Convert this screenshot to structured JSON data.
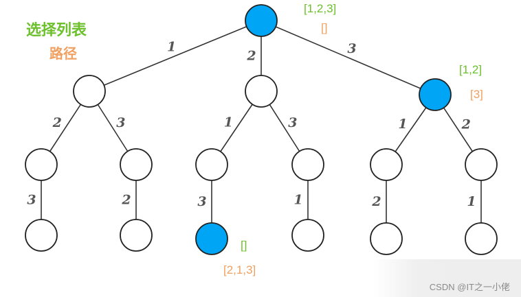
{
  "legend": {
    "choice_list": "选择列表",
    "path": "路径"
  },
  "colors": {
    "choice": "#6cc02c",
    "path": "#f0a060",
    "highlight": "#00a6f5",
    "stroke": "#222222",
    "edge": "#333333"
  },
  "tree": {
    "nodes": [
      {
        "id": "root",
        "highlight": true
      },
      {
        "id": "n1"
      },
      {
        "id": "n2"
      },
      {
        "id": "n3",
        "highlight": true
      },
      {
        "id": "n12"
      },
      {
        "id": "n13"
      },
      {
        "id": "n21"
      },
      {
        "id": "n23"
      },
      {
        "id": "n31"
      },
      {
        "id": "n32"
      },
      {
        "id": "n123"
      },
      {
        "id": "n132"
      },
      {
        "id": "n213",
        "highlight": true
      },
      {
        "id": "n231"
      },
      {
        "id": "n312"
      },
      {
        "id": "n321"
      }
    ],
    "edges": [
      {
        "from": "root",
        "to": "n1",
        "label": "1"
      },
      {
        "from": "root",
        "to": "n2",
        "label": "2"
      },
      {
        "from": "root",
        "to": "n3",
        "label": "3"
      },
      {
        "from": "n1",
        "to": "n12",
        "label": "2"
      },
      {
        "from": "n1",
        "to": "n13",
        "label": "3"
      },
      {
        "from": "n2",
        "to": "n21",
        "label": "1"
      },
      {
        "from": "n2",
        "to": "n23",
        "label": "3"
      },
      {
        "from": "n3",
        "to": "n31",
        "label": "1"
      },
      {
        "from": "n3",
        "to": "n32",
        "label": "2"
      },
      {
        "from": "n12",
        "to": "n123",
        "label": "3"
      },
      {
        "from": "n13",
        "to": "n132",
        "label": "2"
      },
      {
        "from": "n21",
        "to": "n213",
        "label": "3"
      },
      {
        "from": "n23",
        "to": "n231",
        "label": "1"
      },
      {
        "from": "n31",
        "to": "n312",
        "label": "2"
      },
      {
        "from": "n32",
        "to": "n321",
        "label": "1"
      }
    ]
  },
  "annotations": {
    "root": {
      "choice": "[1,2,3]",
      "path": "[]"
    },
    "n3": {
      "choice": "[1,2]",
      "path": "[3]"
    },
    "leaf": {
      "choice": "[]",
      "path": "[2,1,3]"
    }
  },
  "watermark": "CSDN @IT之一小佬"
}
